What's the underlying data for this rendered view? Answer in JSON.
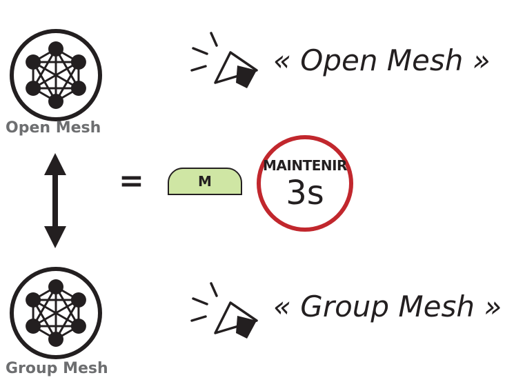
{
  "top_mode": {
    "label": "Open Mesh",
    "announcement": "« Open Mesh »",
    "icon": "mesh-network-icon"
  },
  "bottom_mode": {
    "label": "Group Mesh",
    "announcement": "« Group Mesh »",
    "icon": "mesh-network-icon"
  },
  "toggle": {
    "arrow_icon": "up-down-arrow-icon",
    "equals": "=",
    "button_label": "M",
    "button_color": "#cfe6a4",
    "hold_label": "MAINTENIR",
    "hold_duration": "3s",
    "hold_ring_color": "#c1272d"
  },
  "speaker_icon": "speaker-announce-icon",
  "colors": {
    "text_dark": "#231f20",
    "label_gray": "#6d6e70"
  }
}
